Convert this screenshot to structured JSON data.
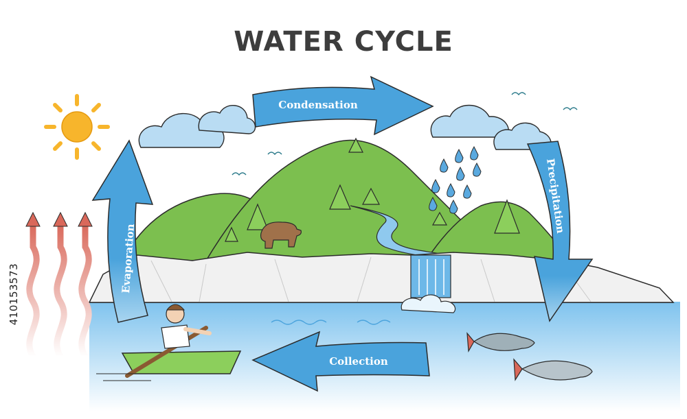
{
  "title": "WATER CYCLE",
  "stages": {
    "condensation": "Condensation",
    "precipitation": "Precipitation",
    "collection": "Collection",
    "evaporation": "Evaporation"
  },
  "stock_id": "410153573",
  "colors": {
    "arrow_fill": "#4aa3dc",
    "arrow_stroke": "#2b2b2b",
    "mountain": "#7cbf4f",
    "water": "#8fc9ee",
    "cloud": "#b9dcf3",
    "sun": "#f7b52c",
    "heat": "#d9685a"
  }
}
